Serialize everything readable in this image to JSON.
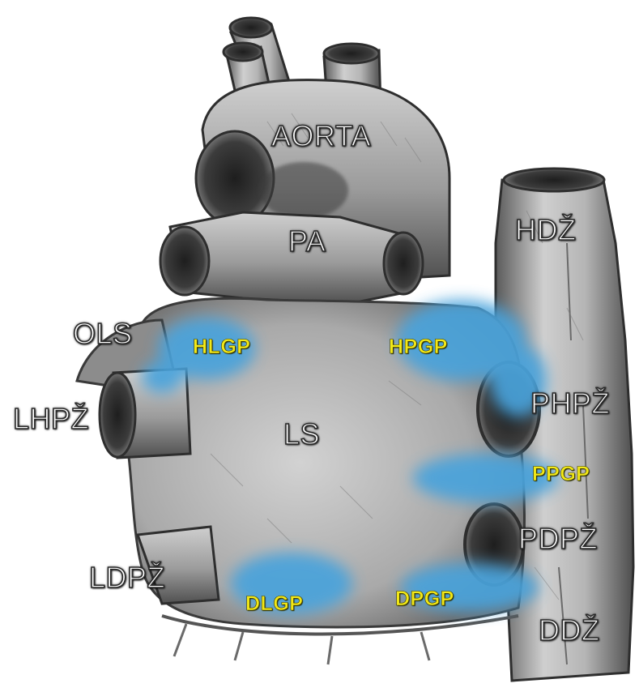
{
  "figure": {
    "colors": {
      "tissue_light": "#c9c9c9",
      "tissue_mid": "#8e8e8e",
      "tissue_dark": "#3b3b3b",
      "ganglionated_plexi": "#4aa3db",
      "structure_label": "#ffffff",
      "plexus_label": "#f2e817"
    },
    "labels": {
      "aorta": "AORTA",
      "pa": "PA",
      "hdz": "HDŽ",
      "ols": "OLS",
      "hlgp": "HLGP",
      "hpgp": "HPGP",
      "lhpz": "LHPŽ",
      "ls": "LS",
      "phpz": "PHPŽ",
      "ppgp": "PPGP",
      "pdpz": "PDPŽ",
      "ldpz": "LDPŽ",
      "dlgp": "DLGP",
      "dpgp": "DPGP",
      "ddz": "DDŽ"
    }
  }
}
